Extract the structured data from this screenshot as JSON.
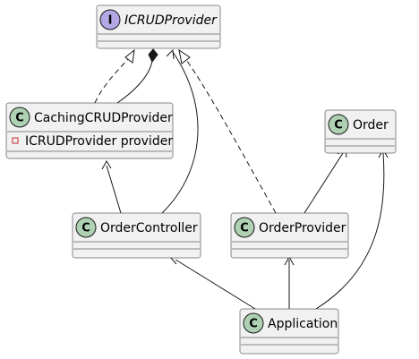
{
  "colors": {
    "class_fill": "#F1F1F1",
    "class_border": "#181818",
    "class_badge": "#ADD1B2",
    "interface_badge": "#B4A7E5",
    "private_field_marker": "#C82930",
    "edge": "#181818"
  },
  "classes": {
    "icrudprovider": {
      "name": "ICRUDProvider",
      "kind": "interface",
      "badge": "I"
    },
    "cachingcrudprovider": {
      "name": "CachingCRUDProvider",
      "kind": "class",
      "badge": "C",
      "fields": [
        "ICRUDProvider provider"
      ]
    },
    "order": {
      "name": "Order",
      "kind": "class",
      "badge": "C"
    },
    "ordercontroller": {
      "name": "OrderController",
      "kind": "class",
      "badge": "C"
    },
    "orderprovider": {
      "name": "OrderProvider",
      "kind": "class",
      "badge": "C"
    },
    "application": {
      "name": "Application",
      "kind": "class",
      "badge": "C"
    }
  },
  "relations": [
    {
      "from": "CachingCRUDProvider",
      "to": "ICRUDProvider",
      "type": "realization"
    },
    {
      "from": "CachingCRUDProvider",
      "to": "ICRUDProvider",
      "type": "composition"
    },
    {
      "from": "OrderController",
      "to": "ICRUDProvider",
      "type": "association"
    },
    {
      "from": "OrderProvider",
      "to": "ICRUDProvider",
      "type": "realization"
    },
    {
      "from": "OrderController",
      "to": "CachingCRUDProvider",
      "type": "association"
    },
    {
      "from": "OrderProvider",
      "to": "Order",
      "type": "association"
    },
    {
      "from": "Application",
      "to": "OrderController",
      "type": "association"
    },
    {
      "from": "Application",
      "to": "OrderProvider",
      "type": "association"
    },
    {
      "from": "Application",
      "to": "Order",
      "type": "association"
    }
  ]
}
